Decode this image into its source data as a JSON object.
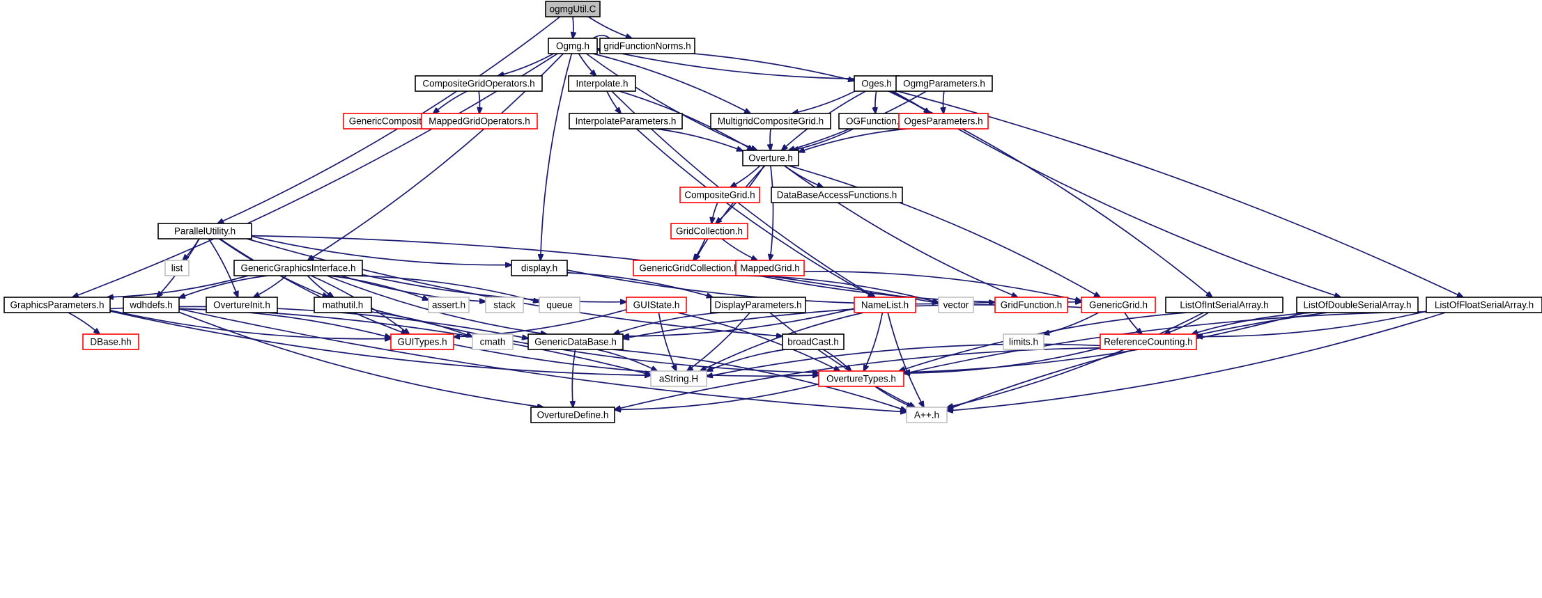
{
  "graph": {
    "nodes": [
      {
        "id": "ogmgUtil",
        "label": "ogmgUtil.C",
        "style": "root"
      },
      {
        "id": "Ogmg",
        "label": "Ogmg.h",
        "style": "normal"
      },
      {
        "id": "gridFunctionNorms",
        "label": "gridFunctionNorms.h",
        "style": "normal"
      },
      {
        "id": "CompositeGridOperators",
        "label": "CompositeGridOperators.h",
        "style": "normal"
      },
      {
        "id": "Interpolate",
        "label": "Interpolate.h",
        "style": "normal"
      },
      {
        "id": "Oges",
        "label": "Oges.h",
        "style": "normal"
      },
      {
        "id": "OgmgParameters",
        "label": "OgmgParameters.h",
        "style": "normal"
      },
      {
        "id": "GenericCompositeGridOperators",
        "label": "GenericCompositeGridOperators.h",
        "style": "red"
      },
      {
        "id": "MappedGridOperators",
        "label": "MappedGridOperators.h",
        "style": "red"
      },
      {
        "id": "InterpolateParameters",
        "label": "InterpolateParameters.h",
        "style": "normal"
      },
      {
        "id": "MultigridCompositeGrid",
        "label": "MultigridCompositeGrid.h",
        "style": "normal"
      },
      {
        "id": "OGFunction",
        "label": "OGFunction.h",
        "style": "normal"
      },
      {
        "id": "OgesParameters",
        "label": "OgesParameters.h",
        "style": "red"
      },
      {
        "id": "Overture",
        "label": "Overture.h",
        "style": "normal"
      },
      {
        "id": "CompositeGrid",
        "label": "CompositeGrid.h",
        "style": "red"
      },
      {
        "id": "DataBaseAccessFunctions",
        "label": "DataBaseAccessFunctions.h",
        "style": "normal"
      },
      {
        "id": "ParallelUtility",
        "label": "ParallelUtility.h",
        "style": "normal"
      },
      {
        "id": "GridCollection",
        "label": "GridCollection.h",
        "style": "red"
      },
      {
        "id": "GenericGraphicsInterface",
        "label": "GenericGraphicsInterface.h",
        "style": "normal"
      },
      {
        "id": "list",
        "label": "list",
        "style": "gray"
      },
      {
        "id": "display",
        "label": "display.h",
        "style": "normal"
      },
      {
        "id": "GenericGridCollection",
        "label": "GenericGridCollection.h",
        "style": "red"
      },
      {
        "id": "MappedGrid",
        "label": "MappedGrid.h",
        "style": "red"
      },
      {
        "id": "GraphicsParameters",
        "label": "GraphicsParameters.h",
        "style": "normal"
      },
      {
        "id": "wdhdefs",
        "label": "wdhdefs.h",
        "style": "normal"
      },
      {
        "id": "OvertureInit",
        "label": "OvertureInit.h",
        "style": "normal"
      },
      {
        "id": "mathutil",
        "label": "mathutil.h",
        "style": "normal"
      },
      {
        "id": "assert",
        "label": "assert.h",
        "style": "gray"
      },
      {
        "id": "stack",
        "label": "stack",
        "style": "gray"
      },
      {
        "id": "queue",
        "label": "queue",
        "style": "gray"
      },
      {
        "id": "GUIState",
        "label": "GUIState.h",
        "style": "red"
      },
      {
        "id": "DisplayParameters",
        "label": "DisplayParameters.h",
        "style": "normal"
      },
      {
        "id": "NameList",
        "label": "NameList.h",
        "style": "red"
      },
      {
        "id": "vector",
        "label": "vector",
        "style": "gray"
      },
      {
        "id": "GridFunction",
        "label": "GridFunction.h",
        "style": "red"
      },
      {
        "id": "GenericGrid",
        "label": "GenericGrid.h",
        "style": "red"
      },
      {
        "id": "ListOfIntSerialArray",
        "label": "ListOfIntSerialArray.h",
        "style": "normal"
      },
      {
        "id": "ListOfDoubleSerialArray",
        "label": "ListOfDoubleSerialArray.h",
        "style": "normal"
      },
      {
        "id": "ListOfFloatSerialArray",
        "label": "ListOfFloatSerialArray.h",
        "style": "normal"
      },
      {
        "id": "DBase",
        "label": "DBase.hh",
        "style": "red"
      },
      {
        "id": "GUITypes",
        "label": "GUITypes.h",
        "style": "red"
      },
      {
        "id": "cmath",
        "label": "cmath",
        "style": "gray"
      },
      {
        "id": "GenericDataBase",
        "label": "GenericDataBase.h",
        "style": "normal"
      },
      {
        "id": "broadCast",
        "label": "broadCast.h",
        "style": "normal"
      },
      {
        "id": "limits",
        "label": "limits.h",
        "style": "gray"
      },
      {
        "id": "ReferenceCounting",
        "label": "ReferenceCounting.h",
        "style": "red"
      },
      {
        "id": "aString",
        "label": "aString.H",
        "style": "gray"
      },
      {
        "id": "OvertureTypes",
        "label": "OvertureTypes.h",
        "style": "red"
      },
      {
        "id": "OvertureDefine",
        "label": "OvertureDefine.h",
        "style": "normal"
      },
      {
        "id": "App",
        "label": "A++.h",
        "style": "gray"
      }
    ],
    "edges": [
      [
        "ogmgUtil",
        "Ogmg"
      ],
      [
        "ogmgUtil",
        "gridFunctionNorms"
      ],
      [
        "ogmgUtil",
        "ParallelUtility"
      ],
      [
        "Ogmg",
        "Ogmg"
      ],
      [
        "Ogmg",
        "CompositeGridOperators"
      ],
      [
        "Ogmg",
        "Interpolate"
      ],
      [
        "Ogmg",
        "Oges"
      ],
      [
        "Ogmg",
        "OgmgParameters"
      ],
      [
        "Ogmg",
        "MultigridCompositeGrid"
      ],
      [
        "Ogmg",
        "Overture"
      ],
      [
        "Ogmg",
        "GenericGraphicsInterface"
      ],
      [
        "Ogmg",
        "display"
      ],
      [
        "Ogmg",
        "GraphicsParameters"
      ],
      [
        "CompositeGridOperators",
        "GenericCompositeGridOperators"
      ],
      [
        "CompositeGridOperators",
        "MappedGridOperators"
      ],
      [
        "Interpolate",
        "InterpolateParameters"
      ],
      [
        "Interpolate",
        "Overture"
      ],
      [
        "Interpolate",
        "NameList"
      ],
      [
        "InterpolateParameters",
        "Overture"
      ],
      [
        "InterpolateParameters",
        "NameList"
      ],
      [
        "Oges",
        "MultigridCompositeGrid"
      ],
      [
        "Oges",
        "OGFunction"
      ],
      [
        "Oges",
        "OgesParameters"
      ],
      [
        "Oges",
        "Overture"
      ],
      [
        "Oges",
        "ListOfIntSerialArray"
      ],
      [
        "Oges",
        "ListOfDoubleSerialArray"
      ],
      [
        "Oges",
        "ListOfFloatSerialArray"
      ],
      [
        "OgmgParameters",
        "OgesParameters"
      ],
      [
        "OgmgParameters",
        "Overture"
      ],
      [
        "MultigridCompositeGrid",
        "Overture"
      ],
      [
        "OGFunction",
        "Overture"
      ],
      [
        "OgesParameters",
        "Overture"
      ],
      [
        "Overture",
        "CompositeGrid"
      ],
      [
        "Overture",
        "DataBaseAccessFunctions"
      ],
      [
        "Overture",
        "GridCollection"
      ],
      [
        "Overture",
        "GenericGridCollection"
      ],
      [
        "Overture",
        "MappedGrid"
      ],
      [
        "Overture",
        "GridFunction"
      ],
      [
        "Overture",
        "GenericGrid"
      ],
      [
        "CompositeGrid",
        "GridCollection"
      ],
      [
        "GridCollection",
        "GenericGridCollection"
      ],
      [
        "GridCollection",
        "MappedGrid"
      ],
      [
        "GenericGridCollection",
        "vector"
      ],
      [
        "GenericGridCollection",
        "GenericGrid"
      ],
      [
        "MappedGrid",
        "GenericGrid"
      ],
      [
        "GenericGrid",
        "GenericDataBase"
      ],
      [
        "GenericGrid",
        "limits"
      ],
      [
        "GenericGrid",
        "ReferenceCounting"
      ],
      [
        "ParallelUtility",
        "list"
      ],
      [
        "ParallelUtility",
        "display"
      ],
      [
        "ParallelUtility",
        "OvertureInit"
      ],
      [
        "ParallelUtility",
        "mathutil"
      ],
      [
        "ParallelUtility",
        "wdhdefs"
      ],
      [
        "ParallelUtility",
        "GUITypes"
      ],
      [
        "ParallelUtility",
        "vector"
      ],
      [
        "ParallelUtility",
        "broadCast"
      ],
      [
        "GenericGraphicsInterface",
        "GraphicsParameters"
      ],
      [
        "GenericGraphicsInterface",
        "wdhdefs"
      ],
      [
        "GenericGraphicsInterface",
        "OvertureInit"
      ],
      [
        "GenericGraphicsInterface",
        "mathutil"
      ],
      [
        "GenericGraphicsInterface",
        "assert"
      ],
      [
        "GenericGraphicsInterface",
        "stack"
      ],
      [
        "GenericGraphicsInterface",
        "queue"
      ],
      [
        "GenericGraphicsInterface",
        "GUIState"
      ],
      [
        "GenericGraphicsInterface",
        "GUITypes"
      ],
      [
        "GenericGraphicsInterface",
        "GenericDataBase"
      ],
      [
        "display",
        "DisplayParameters"
      ],
      [
        "display",
        "GridFunction"
      ],
      [
        "GraphicsParameters",
        "DBase"
      ],
      [
        "GraphicsParameters",
        "GUITypes"
      ],
      [
        "GraphicsParameters",
        "GenericDataBase"
      ],
      [
        "GraphicsParameters",
        "aString"
      ],
      [
        "wdhdefs",
        "GUITypes"
      ],
      [
        "wdhdefs",
        "OvertureDefine"
      ],
      [
        "wdhdefs",
        "aString"
      ],
      [
        "wdhdefs",
        "App"
      ],
      [
        "mathutil",
        "cmath"
      ],
      [
        "mathutil",
        "OvertureTypes"
      ],
      [
        "GUIState",
        "GUITypes"
      ],
      [
        "GUIState",
        "aString"
      ],
      [
        "GUIState",
        "OvertureTypes"
      ],
      [
        "DisplayParameters",
        "GenericDataBase"
      ],
      [
        "DisplayParameters",
        "aString"
      ],
      [
        "DisplayParameters",
        "App"
      ],
      [
        "NameList",
        "GenericDataBase"
      ],
      [
        "NameList",
        "aString"
      ],
      [
        "NameList",
        "OvertureTypes"
      ],
      [
        "NameList",
        "App"
      ],
      [
        "ListOfIntSerialArray",
        "ReferenceCounting"
      ],
      [
        "ListOfIntSerialArray",
        "OvertureTypes"
      ],
      [
        "ListOfIntSerialArray",
        "App"
      ],
      [
        "ListOfDoubleSerialArray",
        "ReferenceCounting"
      ],
      [
        "ListOfDoubleSerialArray",
        "OvertureTypes"
      ],
      [
        "ListOfDoubleSerialArray",
        "App"
      ],
      [
        "ListOfFloatSerialArray",
        "ReferenceCounting"
      ],
      [
        "ListOfFloatSerialArray",
        "OvertureTypes"
      ],
      [
        "ListOfFloatSerialArray",
        "App"
      ],
      [
        "GUITypes",
        "OvertureTypes"
      ],
      [
        "GenericDataBase",
        "aString"
      ],
      [
        "GenericDataBase",
        "OvertureDefine"
      ],
      [
        "GenericDataBase",
        "App"
      ],
      [
        "broadCast",
        "aString"
      ],
      [
        "broadCast",
        "OvertureTypes"
      ],
      [
        "ReferenceCounting",
        "aString"
      ],
      [
        "ReferenceCounting",
        "OvertureTypes"
      ],
      [
        "ReferenceCounting",
        "OvertureDefine"
      ],
      [
        "OvertureTypes",
        "OvertureDefine"
      ],
      [
        "OvertureTypes",
        "App"
      ]
    ]
  }
}
